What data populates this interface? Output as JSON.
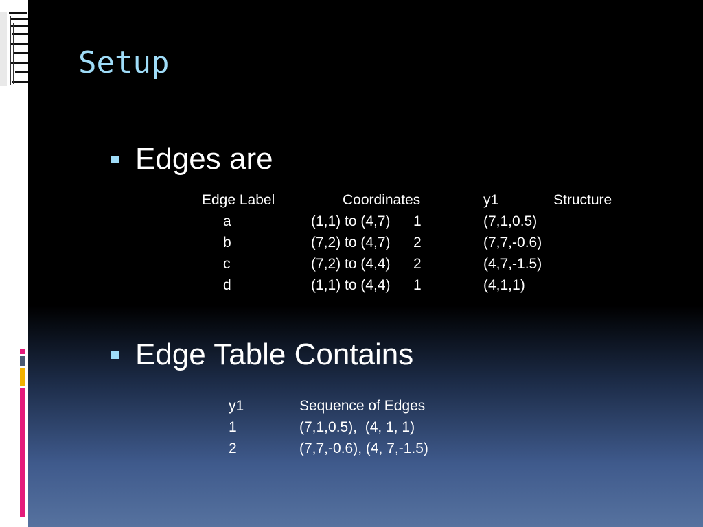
{
  "title": "Setup",
  "bullets": [
    "Edges are",
    "Edge Table Contains"
  ],
  "edges_table": {
    "headers": [
      "Edge Label",
      "Coordinates",
      "y1",
      "Structure"
    ],
    "rows": [
      [
        "a",
        "(1,1) to (4,7)",
        "1",
        "(7,1,0.5)"
      ],
      [
        "b",
        "(7,2) to (4,7)",
        "2",
        "(7,7,-0.6)"
      ],
      [
        "c",
        "(7,2) to (4,4)",
        "2",
        "(4,7,-1.5)"
      ],
      [
        "d",
        "(1,1) to (4,4)",
        "1",
        "(4,1,1)"
      ]
    ]
  },
  "edge_table": {
    "headers": [
      "y1",
      "Sequence of Edges"
    ],
    "rows": [
      [
        "1",
        "(7,1,0.5),  (4, 1, 1)"
      ],
      [
        "2",
        "(7,7,-0.6), (4, 7,-1.5)"
      ]
    ]
  },
  "colors": {
    "title": "#9fdcf8",
    "bullet": "#9fdcf8",
    "accent_pink": "#e41b7b",
    "accent_yellow": "#f2b200",
    "accent_slate": "#4b5a73"
  }
}
